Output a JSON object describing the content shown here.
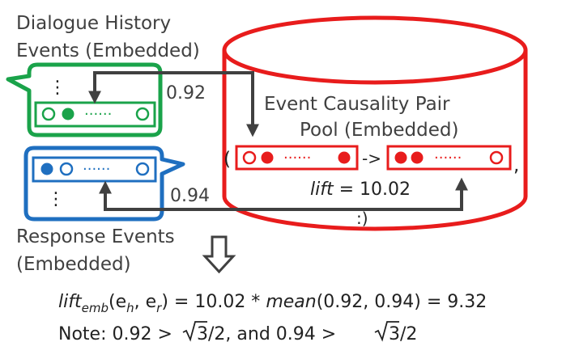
{
  "dialogue_history": {
    "title_line1": "Dialogue History",
    "title_line2": "Events (Embedded)",
    "ellipsis_vertical": "⋮",
    "dots": "······",
    "color": "#1aa34a"
  },
  "response": {
    "title_line1": "Response Events",
    "title_line2": "(Embedded)",
    "ellipsis_vertical": "⋮",
    "dots": "······",
    "color": "#1f6fc0"
  },
  "pool": {
    "title_line1": "Event Causality Pair",
    "title_line2": "Pool (Embedded)",
    "open_paren": "(",
    "arrow_text": "->",
    "comma": ",",
    "lift_name": "lift",
    "lift_rest": " = 10.02",
    "closing": ":)",
    "dots": "······",
    "color": "#e81c1c"
  },
  "similarities": {
    "history": "0.92",
    "response": "0.94"
  },
  "formula": {
    "lift_name": "lift",
    "lift_sub": "emb",
    "args_open": "(e",
    "sub_h": "h",
    "args_mid": ", e",
    "sub_r": "r",
    "args_close": ") = 10.02 * ",
    "mean_name": "mean",
    "mean_rest": "(0.92, 0.94) = 9.32"
  },
  "note": {
    "part1": "Note: 0.92 > ",
    "sqrt_arg": "3",
    "frac1": "/2, and 0.94 > ",
    "frac2": "/2"
  },
  "colors": {
    "arrow": "#404040",
    "text": "#404040"
  }
}
